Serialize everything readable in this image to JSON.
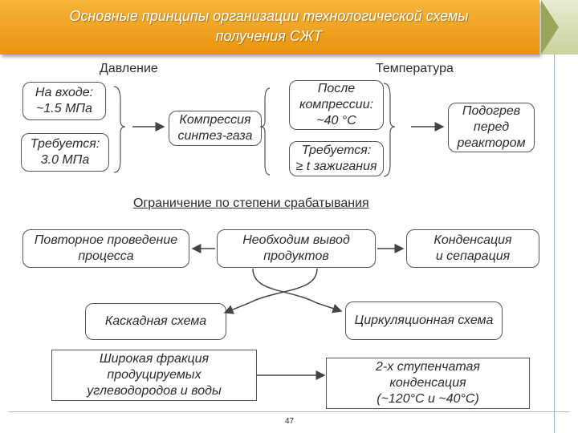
{
  "slide": {
    "title_line1": "Основные принципы организации технологической схемы",
    "title_line2": "получения СЖТ",
    "page_number": "47"
  },
  "diagram": {
    "pressure": {
      "header": "Давление",
      "inlet_line1": "На входе:",
      "inlet_line2": "~1.5 МПа",
      "required_line1": "Требуется:",
      "required_line2": "3.0 МПа",
      "compression_line1": "Компрессия",
      "compression_line2": "синтез-газа"
    },
    "temperature": {
      "header": "Температура",
      "after_line1": "После",
      "after_line2": "компрессии:",
      "after_line3": "~40 °С",
      "required_line1": "Требуется:",
      "required_line2": "≥ t зажигания",
      "preheat_line1": "Подогрев",
      "preheat_line2": "перед",
      "preheat_line3": "реактором"
    },
    "conversion": {
      "header": "Ограничение по степени срабатывания",
      "repeat_line1": "Повторное проведение",
      "repeat_line2": "процесса",
      "output_line1": "Необходим вывод",
      "output_line2": "продуктов",
      "condense_line1": "Конденсация",
      "condense_line2": "и сепарация"
    },
    "schemes": {
      "cascade": "Каскадная схема",
      "circulation": "Циркуляционная схема"
    },
    "bottom": {
      "fraction_line1": "Широкая фракция",
      "fraction_line2": "продуцируемых",
      "fraction_line3": "углеводородов и воды",
      "twostage_line1": "2-х ступенчатая",
      "twostage_line2": "конденсация",
      "twostage_line3": "(~120°С и ~40°С)"
    }
  }
}
